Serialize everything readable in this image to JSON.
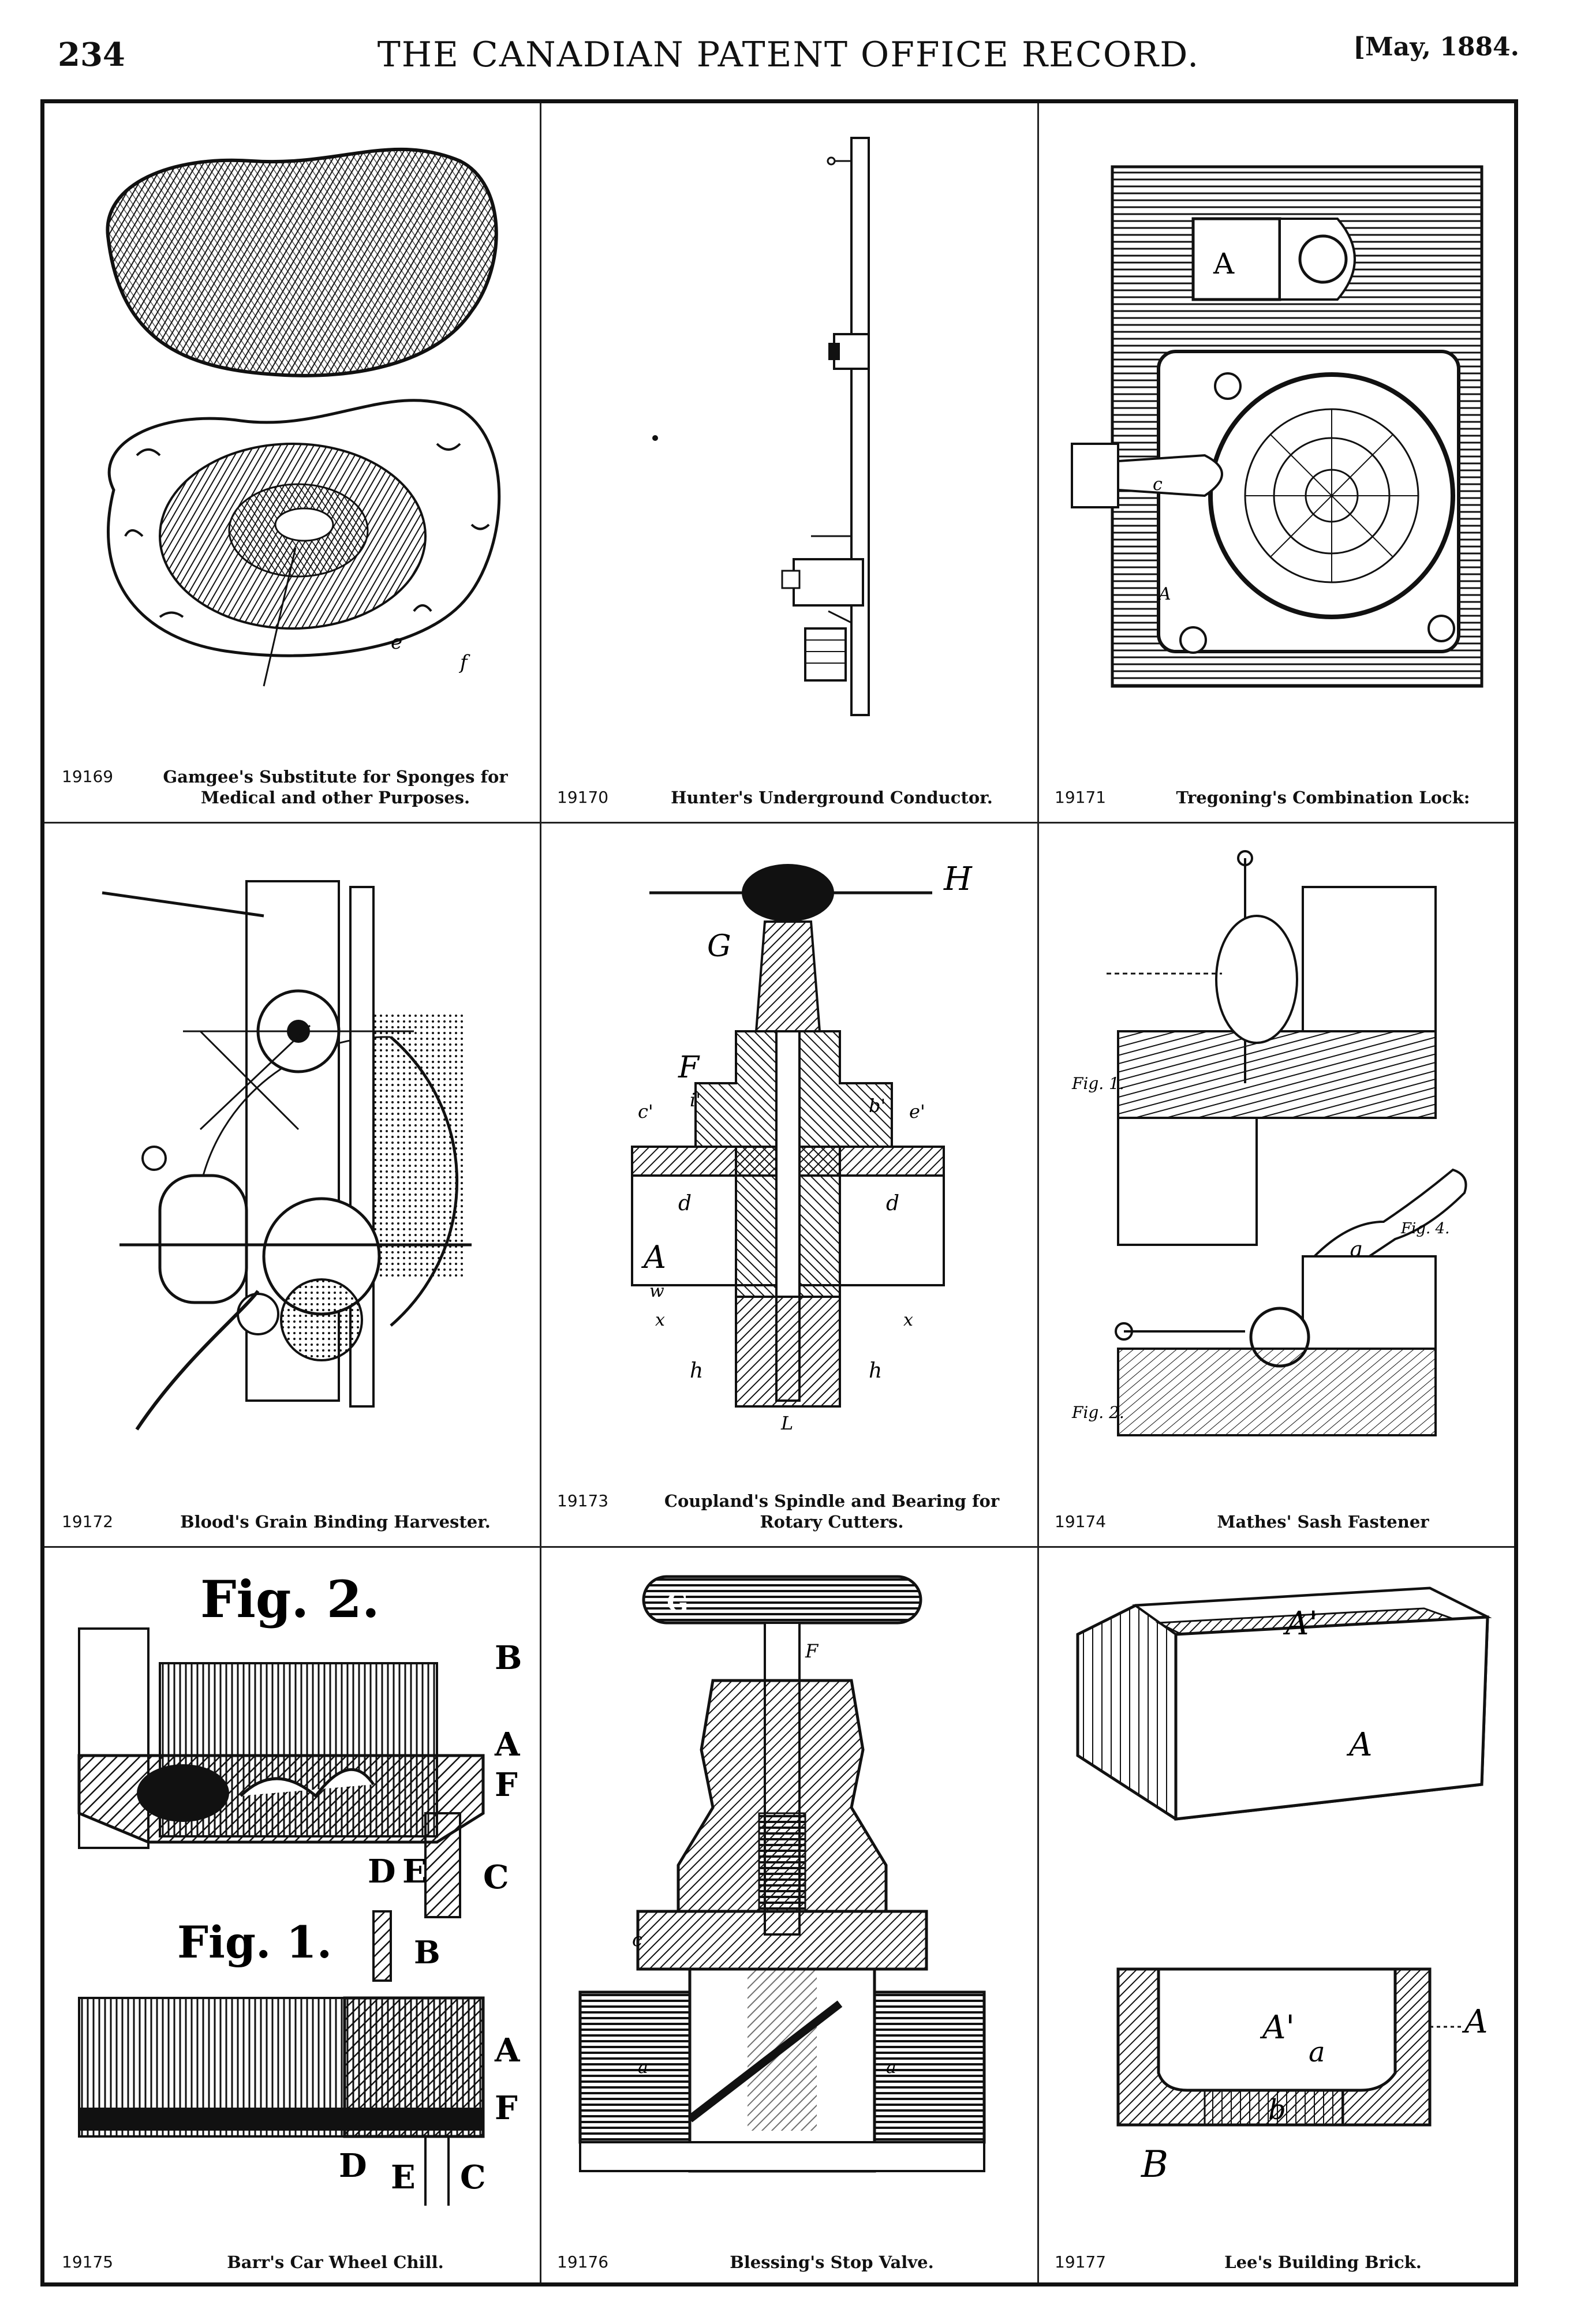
{
  "header": {
    "page_number": "234",
    "journal_title": "THE CANADIAN PATENT OFFICE RECORD.",
    "date": "[May, 1884."
  },
  "figures": [
    {
      "number": "19169",
      "caption": "Gamgee's Substitute for Sponges for Medical and other Purposes.",
      "labels": [
        "e",
        "f"
      ]
    },
    {
      "number": "19170",
      "caption": "Hunter's Underground Conductor."
    },
    {
      "number": "19171",
      "caption": "Tregoning's Combination Lock:",
      "labels": [
        "A",
        "A",
        "c"
      ]
    },
    {
      "number": "19172",
      "caption": "Blood's Grain Binding Harvester."
    },
    {
      "number": "19173",
      "caption": "Coupland's Spindle and Bearing for Rotary Cutters.",
      "labels": [
        "H",
        "G",
        "F",
        "A",
        "d",
        "d",
        "h",
        "h",
        "w",
        "x",
        "x",
        "b'",
        "e'",
        "c'",
        "i'",
        "L"
      ]
    },
    {
      "number": "19174",
      "caption": "Mathes' Sash Fastener",
      "labels": [
        "Fig. 1.",
        "Fig. 2.",
        "Fig. 4.",
        "g"
      ]
    },
    {
      "number": "19175",
      "caption": "Barr's Car Wheel Chill.",
      "labels": [
        "Fig. 2.",
        "Fig. 1.",
        "B",
        "A",
        "F",
        "D",
        "E",
        "C",
        "B",
        "A",
        "F",
        "D",
        "E",
        "C"
      ]
    },
    {
      "number": "19176",
      "caption": "Blessing's Stop Valve.",
      "labels": [
        "G",
        "F",
        "c",
        "a",
        "a"
      ]
    },
    {
      "number": "19177",
      "caption": "Lee's Building Brick.",
      "labels": [
        "A'",
        "A",
        "A'",
        "a",
        "A",
        "b",
        "B"
      ]
    }
  ]
}
